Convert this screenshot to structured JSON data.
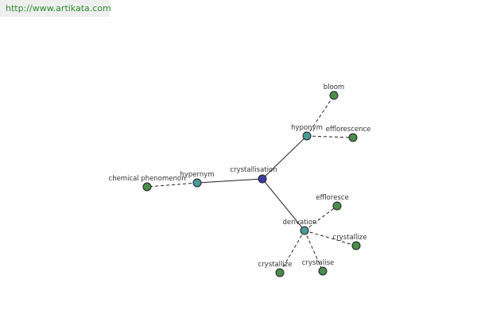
{
  "watermark": "http://www.artikata.com",
  "colors": {
    "center": "#3b3ba0",
    "relation": "#4a9a9a",
    "leaf": "#4c8c4c",
    "stroke": "#222222"
  },
  "graph": {
    "center": "crystallisation",
    "relations": [
      {
        "label": "hypernym",
        "terms": [
          "chemical phenomenon"
        ]
      },
      {
        "label": "hyponym",
        "terms": [
          "bloom",
          "efflorescence"
        ]
      },
      {
        "label": "derivation",
        "terms": [
          "effloresce",
          "crystallize",
          "crystalise",
          "crystallize"
        ]
      }
    ]
  }
}
